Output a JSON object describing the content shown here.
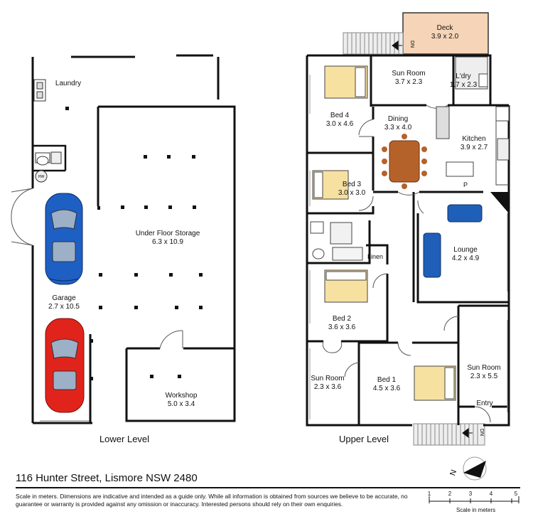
{
  "lower_level": {
    "caption": "Lower Level",
    "rooms": {
      "laundry": {
        "name": "Laundry",
        "dims": ""
      },
      "under_floor_storage": {
        "name": "Under Floor Storage",
        "dims": "6.3 x 10.9"
      },
      "garage": {
        "name": "Garage",
        "dims": "2.7 x 10.5"
      },
      "workshop": {
        "name": "Workshop",
        "dims": "5.0 x 3.4"
      }
    },
    "hw_label": "HW"
  },
  "upper_level": {
    "caption": "Upper Level",
    "rooms": {
      "deck": {
        "name": "Deck",
        "dims": "3.9 x 2.0"
      },
      "sun_room_north": {
        "name": "Sun Room",
        "dims": "3.7 x 2.3"
      },
      "laundry": {
        "name": "L'dry",
        "dims": "1.7 x 2.3"
      },
      "bed4": {
        "name": "Bed 4",
        "dims": "3.0 x 4.6"
      },
      "dining": {
        "name": "Dining",
        "dims": "3.3 x 4.0"
      },
      "kitchen": {
        "name": "Kitchen",
        "dims": "3.9 x 2.7"
      },
      "bed3": {
        "name": "Bed 3",
        "dims": "3.0 x 3.0"
      },
      "lounge": {
        "name": "Lounge",
        "dims": "4.2 x 4.9"
      },
      "bed2": {
        "name": "Bed 2",
        "dims": "3.6 x 3.6"
      },
      "sun_room_west": {
        "name": "Sun Room",
        "dims": "2.3 x 3.6"
      },
      "bed1": {
        "name": "Bed 1",
        "dims": "4.5 x 3.6"
      },
      "sun_room_east": {
        "name": "Sun Room",
        "dims": "2.3 x 5.5"
      }
    },
    "linen_label": "Linen",
    "pantry_label": "P",
    "entry_label": "Entry",
    "stair_label": "DN"
  },
  "address": "116 Hunter Street, Lismore NSW 2480",
  "disclaimer": "Scale in meters. Dimensions are indicative and intended as a guide only. While all information is obtained from sources we believe to be accurate, no guarantee or warranty is provided against any omission or inaccuracy. Interested persons should rely on their own enquiries.",
  "north_label": "N",
  "scale": {
    "title": "Scale in meters",
    "ticks": [
      "1",
      "2",
      "3",
      "4",
      "5"
    ]
  },
  "colors": {
    "wall": "#111111",
    "deck": "#f6d4b8",
    "bed": "#f7e1a0",
    "car_blue": "#1e5fc4",
    "car_red": "#e0241b",
    "table": "#b5622a",
    "sofa": "#1f5fb8"
  }
}
